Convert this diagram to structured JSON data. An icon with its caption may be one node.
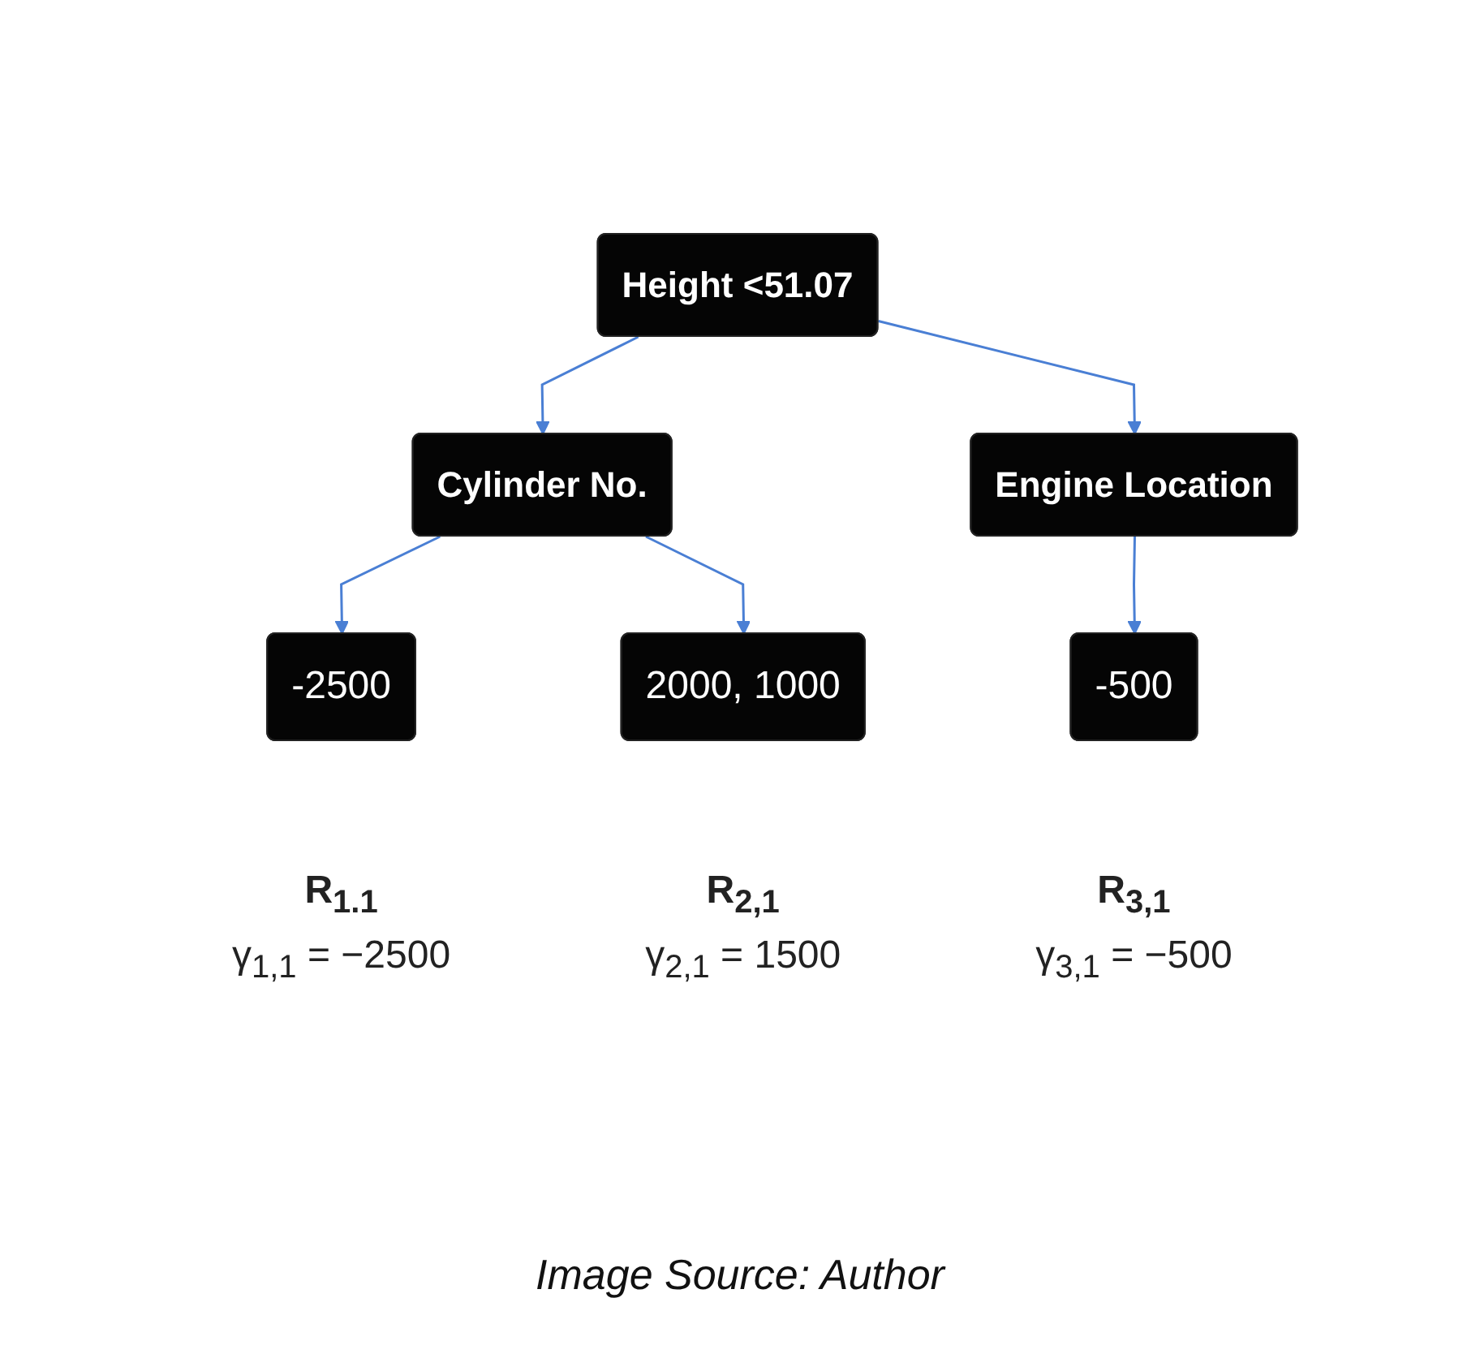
{
  "diagram": {
    "caption": "Image Source: Author",
    "nodes": [
      {
        "text": [
          "Height <51.07"
        ]
      },
      {
        "text": [
          "Cylinder No."
        ]
      },
      {
        "text": [
          "Engine Location"
        ]
      },
      {
        "text": [
          "-2500"
        ],
        "beside": [
          "R$_{1.1}$",
          "γ$_{1,1}$ = −2500"
        ]
      },
      {
        "text": [
          "2000, 1000"
        ],
        "beside": [
          "R$_{2,1}$",
          "γ$_{2,1}$ = 1500"
        ]
      },
      {
        "text": [
          "-500"
        ],
        "beside": [
          "R$_{3,1}$",
          "γ$_{3,1}$ = −500"
        ]
      }
    ],
    "edges": [
      {
        "from": 0,
        "to": 1,
        "arrow": "to"
      },
      {
        "from": 0,
        "to": 2,
        "arrow": "to"
      },
      {
        "from": 1,
        "to": 3,
        "arrow": "to"
      },
      {
        "from": 1,
        "to": 4,
        "arrow": "to"
      },
      {
        "from": 2,
        "to": 5,
        "arrow": "to"
      }
    ]
  }
}
